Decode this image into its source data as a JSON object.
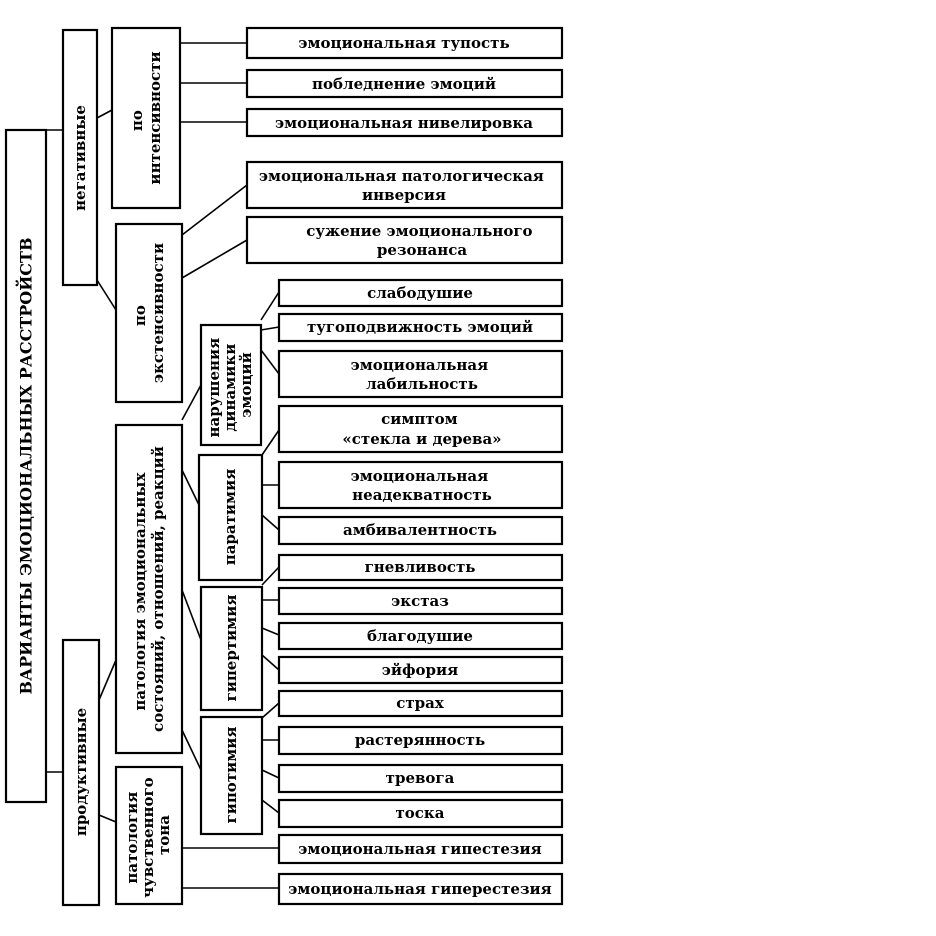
{
  "root": "ВАРИАНТЫ ЭМОЦИОНАЛЬНЫХ РАССТРОЙСТВ",
  "negative": {
    "label": "негативные",
    "by_intensity": {
      "label": [
        "по",
        "интенсивности"
      ],
      "items": [
        "эмоциональная тупость",
        "побледнение эмоций",
        "эмоциональная нивелировка"
      ]
    },
    "by_extensity": {
      "label": [
        "по",
        "экстенсивности"
      ],
      "items": [
        [
          "эмоциональная патологическая",
          "инверсия"
        ],
        [
          "сужение эмоционального",
          "резонанса"
        ]
      ]
    }
  },
  "productive": {
    "label": "продуктивные",
    "pathology_states": {
      "label": [
        "патология эмоциональных",
        "состояний, отношений, реакций"
      ],
      "dynamics": {
        "label": [
          "нарушения",
          "динамики",
          "эмоций"
        ],
        "items": [
          [
            "слабодушие"
          ],
          [
            "тугоподвижность эмоций"
          ],
          [
            "эмоциональная",
            "лабильность"
          ]
        ]
      },
      "parathymia": {
        "label": "паратимия",
        "items": [
          [
            "симптом",
            "«стекла и дерева»"
          ],
          [
            "эмоциональная",
            "неадекватность"
          ],
          [
            "амбивалентность"
          ]
        ]
      },
      "hyperthymia": {
        "label": "гипертимия",
        "items": [
          "гневливость",
          "экстаз",
          "благодушие",
          "эйфория"
        ]
      },
      "hypothymia": {
        "label": "гипотимия",
        "items": [
          "страх",
          "растерянность",
          "тревога",
          "тоска"
        ]
      }
    },
    "sensory_tone": {
      "label": [
        "патология",
        "чувственного",
        "тона"
      ],
      "items": [
        "эмоциональная гипестезия",
        "эмоциональная гиперестезия"
      ]
    }
  }
}
